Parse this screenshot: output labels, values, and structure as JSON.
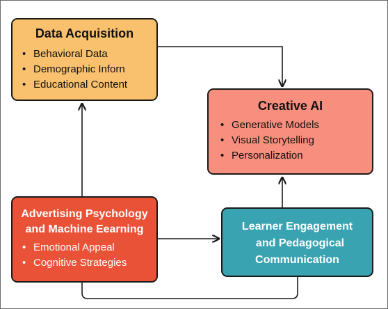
{
  "boxes": {
    "data_acquisition": {
      "title": "Data Acquisition",
      "items": [
        "Behavioral Data",
        "Demographic Inforn",
        "Educational Content"
      ],
      "color": "#f9c16d"
    },
    "creative_ai": {
      "title": "Creative AI",
      "items": [
        "Generative Models",
        "Visual Storytelling",
        "Personalization"
      ],
      "color": "#f88e7d"
    },
    "advertising": {
      "title_line1": "Advertising Psychology",
      "title_line2": "and Machine Eearning",
      "items": [
        "Emotional Appeal",
        "Cognitive Strategies"
      ],
      "color": "#ea5238"
    },
    "learner": {
      "title_line1": "Learner Engagement",
      "title_line2": "and Pedagogical",
      "title_line3": "Communication",
      "color": "#3aa3b1"
    }
  },
  "connector_color": "#1a1a1a"
}
